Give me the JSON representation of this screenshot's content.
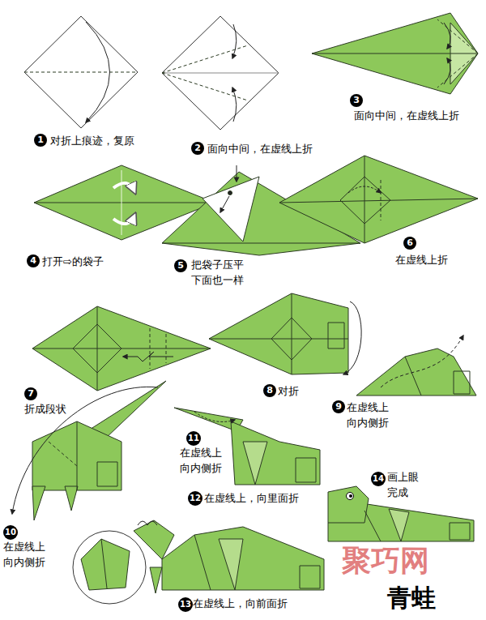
{
  "diagram": {
    "title": "青蛙",
    "labels": [
      "1",
      "对折上痕迹，复原",
      "2",
      "面向中间，在虚线上折",
      "3",
      "面向中间，在虚线上折",
      "4",
      "打开⇨的袋子",
      "5",
      "把袋子压平 下面也一样",
      "6",
      "在虚线上折",
      "7",
      "折成段状",
      "8",
      "对折",
      "9",
      "在虚线上 向内侧折",
      "10",
      "在虚线上 向内侧折",
      "11",
      "在虚线上 向内侧折",
      "12",
      "在虚线上，向里面折",
      "13",
      "在虚线上，向前面折",
      "14",
      "画上眼 完成",
      "聚巧网"
    ]
  }
}
